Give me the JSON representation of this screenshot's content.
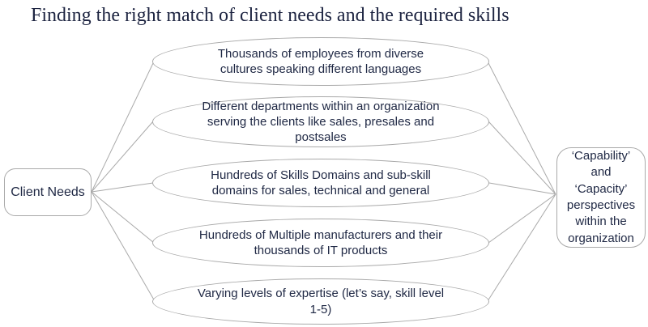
{
  "title": "Finding the right match of client needs and the required skills",
  "left_node": {
    "label": "Client Needs"
  },
  "right_node": {
    "label": "‘Capability’\nand\n‘Capacity’\nperspectives\nwithin the\norganization"
  },
  "bubbles": [
    {
      "text": "Thousands of employees from diverse\ncultures speaking different languages"
    },
    {
      "text": "Different departments within an organization\nserving the clients like sales, presales and\npostsales"
    },
    {
      "text": "Hundreds of Skills Domains and sub-skill\ndomains for sales, technical and general"
    },
    {
      "text": "Hundreds of Multiple manufacturers and their\nthousands of IT products"
    },
    {
      "text": "Varying levels of expertise (let’s say, skill level\n1-5)"
    }
  ],
  "colors": {
    "text": "#202945",
    "title_text": "#1c2340",
    "line": "#a9a9a9",
    "background": "#ffffff"
  }
}
